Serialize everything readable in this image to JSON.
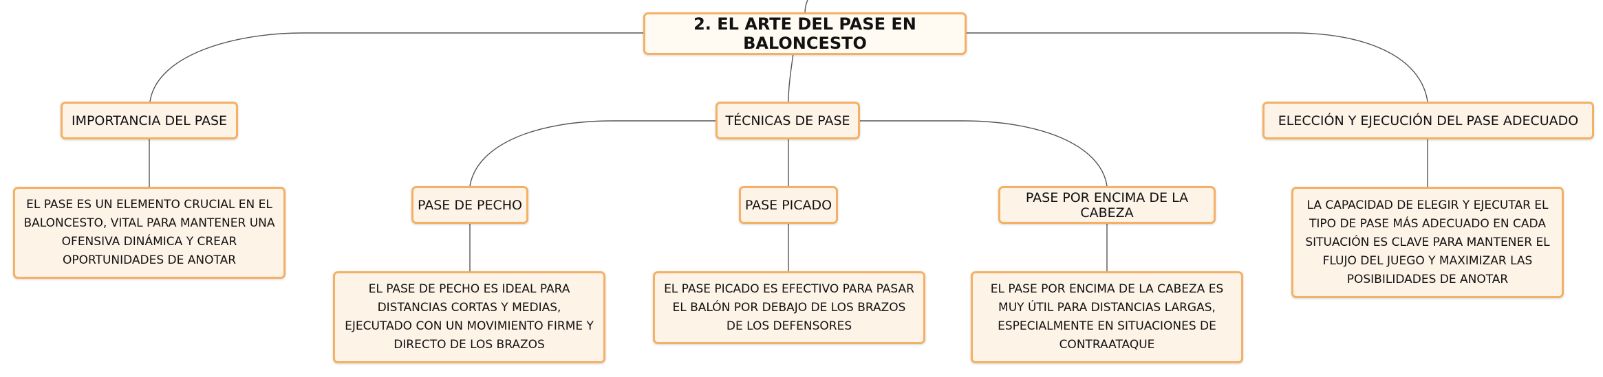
{
  "map": {
    "root": {
      "label": "2. EL ARTE DEL PASE EN BALONCESTO"
    },
    "importancia": {
      "label": "IMPORTANCIA DEL PASE",
      "detail": "EL PASE ES UN ELEMENTO CRUCIAL EN EL BALONCESTO, VITAL PARA MANTENER UNA OFENSIVA DINÁMICA Y CREAR OPORTUNIDADES DE ANOTAR"
    },
    "tecnicas": {
      "label": "TÉCNICAS DE PASE",
      "pecho": {
        "label": "PASE DE PECHO",
        "detail": "EL PASE DE PECHO ES IDEAL PARA DISTANCIAS CORTAS Y MEDIAS, EJECUTADO CON UN MOVIMIENTO FIRME Y DIRECTO DE LOS BRAZOS"
      },
      "picado": {
        "label": "PASE PICADO",
        "detail": "EL PASE PICADO ES EFECTIVO PARA PASAR EL BALÓN POR DEBAJO DE LOS BRAZOS DE LOS DEFENSORES"
      },
      "cabeza": {
        "label": "PASE POR ENCIMA DE LA CABEZA",
        "detail": "EL PASE POR ENCIMA DE LA CABEZA ES MUY ÚTIL PARA DISTANCIAS LARGAS, ESPECIALMENTE EN SITUACIONES DE CONTRAATAQUE"
      }
    },
    "eleccion": {
      "label": "ELECCIÓN Y EJECUCIÓN DEL PASE ADECUADO",
      "detail": "LA CAPACIDAD DE ELEGIR Y EJECUTAR EL TIPO DE PASE MÁS ADECUADO EN CADA SITUACIÓN ES CLAVE PARA MANTENER EL FLUJO DEL JUEGO Y MAXIMIZAR LAS POSIBILIDADES DE ANOTAR"
    }
  },
  "colors": {
    "node_border": "#f4b064",
    "node_fill": "#fdf3e7",
    "connector": "#555555",
    "text": "#111111"
  }
}
